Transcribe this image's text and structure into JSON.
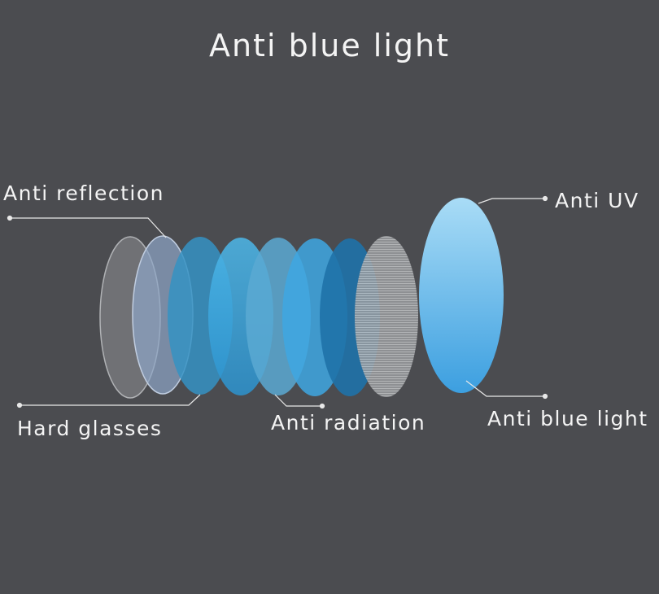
{
  "title": "Anti blue light",
  "labels": {
    "anti_reflection": "Anti reflection",
    "anti_uv": "Anti UV",
    "hard_glasses": "Hard glasses",
    "anti_radiation": "Anti radiation",
    "anti_blue_light": "Anti blue light"
  },
  "colors": {
    "background": "#4b4c50",
    "text": "#f4f4f4",
    "lens_blue": "#3fa9e0",
    "lens_dark_blue": "#1f72a8",
    "lens_light": "#7ec8f0",
    "lens_grey": "#8a8c90"
  }
}
